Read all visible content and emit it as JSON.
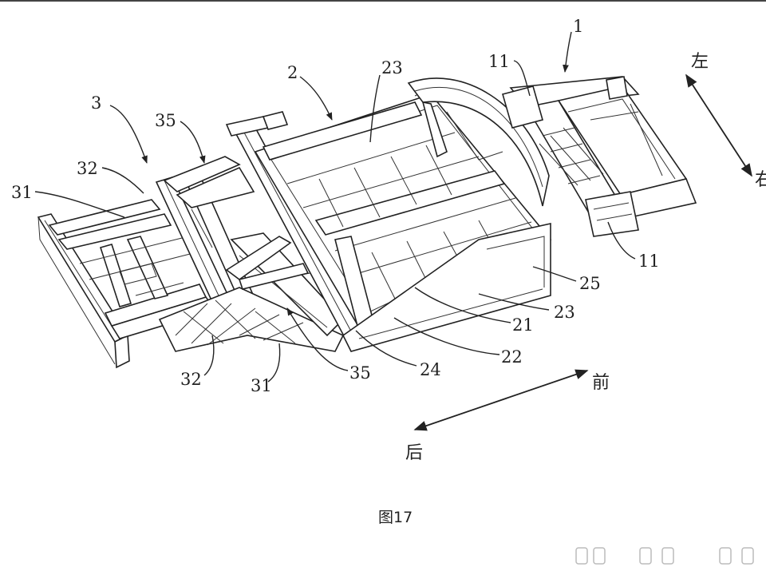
{
  "figure": {
    "caption": "图17",
    "labels": {
      "l1": "1",
      "l2": "2",
      "l3": "3",
      "l11a": "11",
      "l11b": "11",
      "l21": "21",
      "l22": "22",
      "l23a": "23",
      "l23b": "23",
      "l24": "24",
      "l25": "25",
      "l31a": "31",
      "l31b": "31",
      "l32a": "32",
      "l32b": "32",
      "l35a": "35",
      "l35b": "35"
    },
    "directions": {
      "left": "左",
      "right": "右",
      "front": "前",
      "rear": "后"
    }
  }
}
